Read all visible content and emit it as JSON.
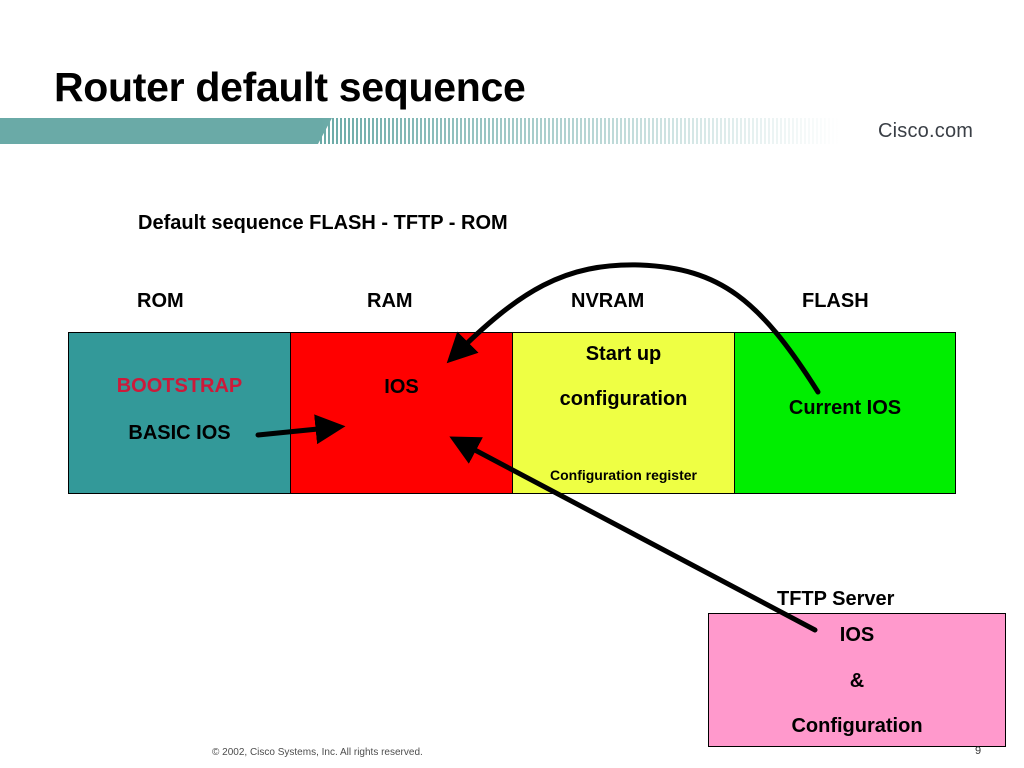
{
  "slide": {
    "title": "Router default sequence",
    "logo_text": "Cisco.com",
    "subtitle": "Default sequence FLASH - TFTP - ROM",
    "footer": "© 2002, Cisco Systems, Inc. All rights reserved.",
    "page_number": "9"
  },
  "memory": {
    "rom": {
      "label": "ROM",
      "line1": "BOOTSTRAP",
      "line2": "BASIC IOS",
      "color": "#339999"
    },
    "ram": {
      "label": "RAM",
      "line1": "IOS",
      "color": "#ff0000"
    },
    "nvram": {
      "label": "NVRAM",
      "line1": "Start up",
      "line2": "configuration",
      "line3": "Configuration register",
      "color": "#eeff44"
    },
    "flash": {
      "label": "FLASH",
      "line1": "Current IOS",
      "color": "#00ee00"
    }
  },
  "tftp": {
    "label": "TFTP Server",
    "line1": "IOS",
    "line2": "&",
    "line3": "Configuration",
    "color": "#ff99cc"
  },
  "colors": {
    "header_teal": "#6aaaa7",
    "bootstrap_text": "#cc1a3a",
    "arrow": "#000000"
  }
}
